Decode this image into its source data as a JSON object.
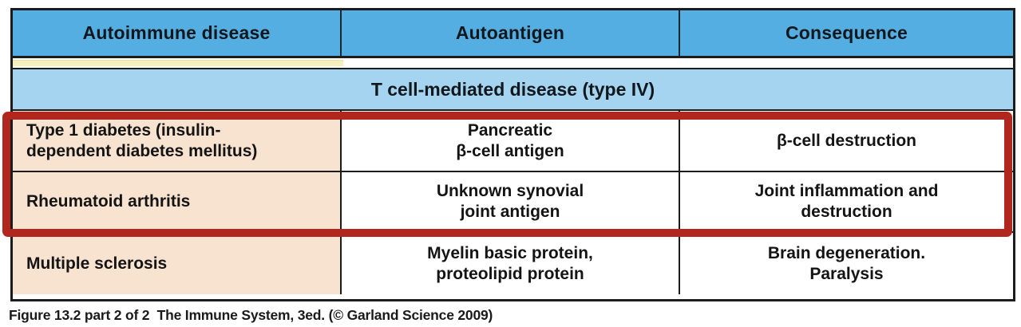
{
  "table": {
    "columns": [
      {
        "label": "Autoimmune disease"
      },
      {
        "label": "Autoantigen"
      },
      {
        "label": "Consequence"
      }
    ],
    "section_header": "T cell-mediated disease (type IV)",
    "rows": [
      {
        "disease": "Type 1 diabetes (insulin-\ndependent diabetes mellitus)",
        "autoantigen": "Pancreatic\nβ-cell antigen",
        "consequence": "β-cell destruction",
        "highlighted": true
      },
      {
        "disease": "Rheumatoid arthritis",
        "autoantigen": "Unknown synovial\njoint antigen",
        "consequence": "Joint inflammation and\ndestruction",
        "highlighted": true
      },
      {
        "disease": "Multiple sclerosis",
        "autoantigen": "Myelin basic protein,\nproteolipid protein",
        "consequence": "Brain degeneration.\nParalysis",
        "highlighted": false
      }
    ]
  },
  "caption": "Figure 13.2 part 2 of 2  The Immune System, 3ed. (© Garland Science 2009)",
  "colors": {
    "header_blue": "#55aee2",
    "section_blue": "#a5d4f0",
    "disease_column_peach": "#f8e2d0",
    "highlight_red": "#b2271d",
    "separator_stripe_yellow": "#f5efbb",
    "border_black": "#1c1c1c"
  }
}
